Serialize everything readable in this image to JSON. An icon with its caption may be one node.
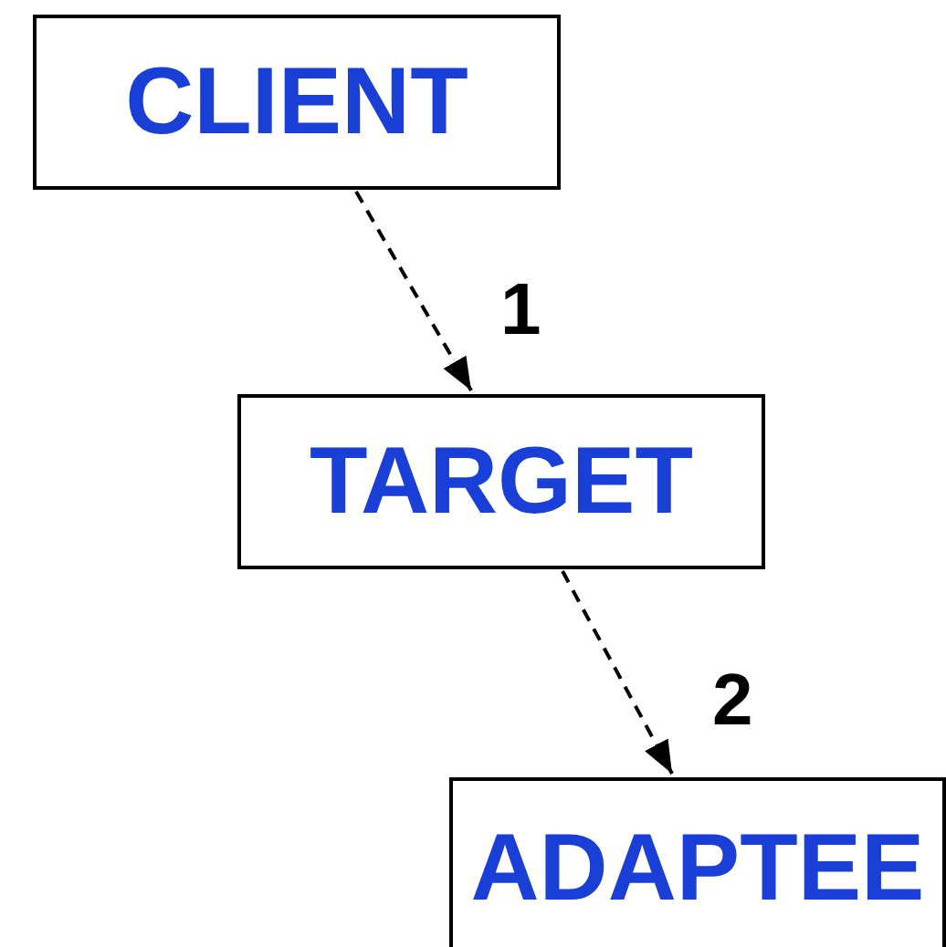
{
  "diagram": {
    "nodes": [
      {
        "text": [
          "CLIENT"
        ]
      },
      {
        "text": [
          "TARGET"
        ]
      },
      {
        "text": [
          "ADAPTEE"
        ]
      }
    ],
    "edges": [
      {
        "from": 0,
        "to": 1,
        "arrow": "to",
        "style": "dashed",
        "label": "1"
      },
      {
        "from": 1,
        "to": 2,
        "arrow": "to",
        "style": "dashed",
        "label": "2"
      }
    ]
  }
}
